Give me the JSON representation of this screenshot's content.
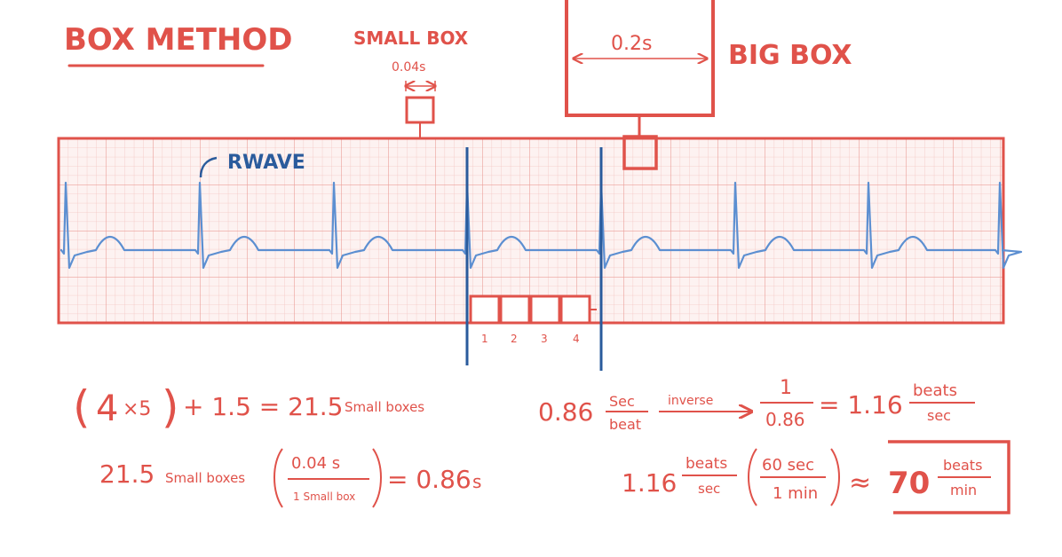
{
  "title": "BOX METHOD",
  "small_box": {
    "label": "SMALL BOX",
    "duration": "0.04s"
  },
  "big_box": {
    "label": "BIG BOX",
    "duration": "0.2s"
  },
  "r_wave_label": "RWAVE",
  "box_numbers": [
    "1",
    "2",
    "3",
    "4"
  ],
  "colors": {
    "red": "#e0524a",
    "grid_minor": "#f3c6c2",
    "grid_major": "#ea9e98",
    "strip_bg": "#fdf2f1",
    "blue": "#2a5b9c",
    "trace": "#5c8fd1"
  },
  "eq1": {
    "open": "(",
    "n1": "4",
    "x": "×5",
    "close": ")",
    "plus": "+ 1.5 = 21.5",
    "units": "Small boxes"
  },
  "eq2": {
    "lhs": "21.5",
    "lhs_units": "Small boxes",
    "num": "0.04 s",
    "den": "1 Small box",
    "rhs": "= 0.86",
    "rhs_unit": "s"
  },
  "eq3": {
    "value": "0.86",
    "frac_num": "Sec",
    "frac_den": "beat",
    "arrow_label": "inverse",
    "one": "1",
    "den": "0.86",
    "result": "= 1.16",
    "res_num": "beats",
    "res_den": "sec"
  },
  "eq4": {
    "value": "1.16",
    "f1_num": "beats",
    "f1_den": "sec",
    "f2_num": "60 sec",
    "f2_den": "1 min",
    "approx": "≈",
    "answer": "70",
    "ans_num": "beats",
    "ans_den": "min"
  }
}
